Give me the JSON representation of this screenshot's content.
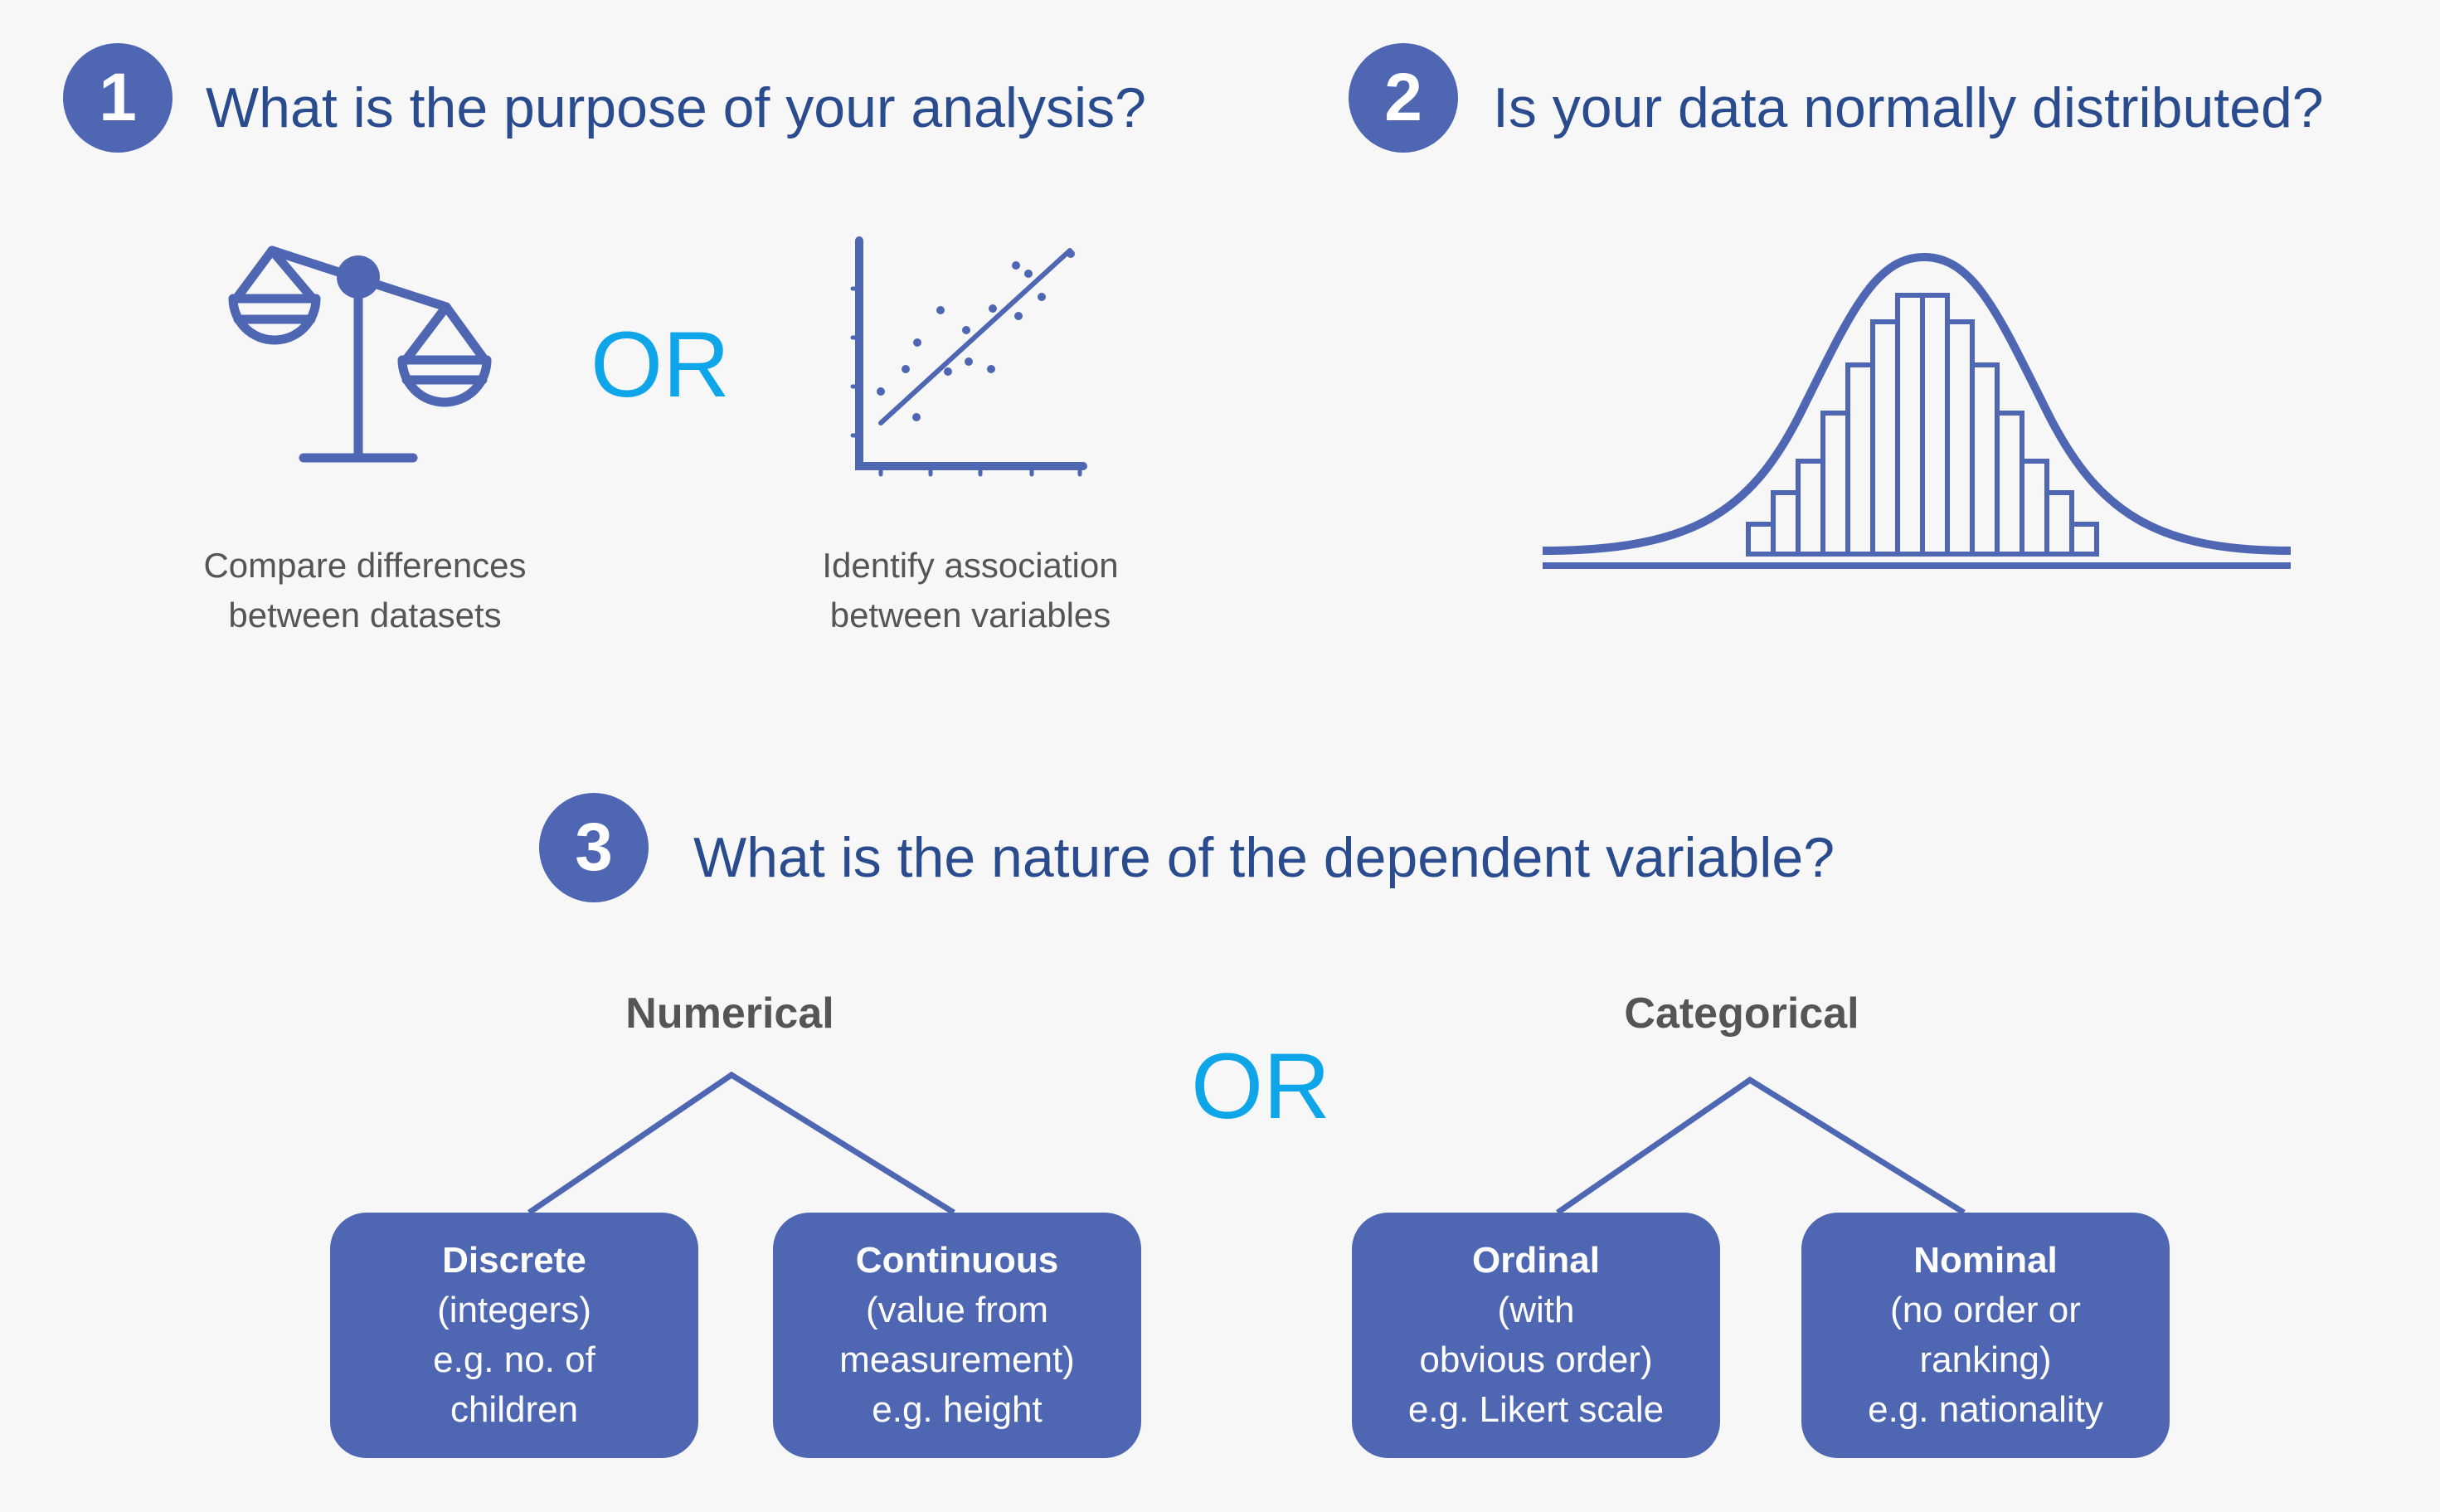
{
  "colors": {
    "accent": "#4f67b3",
    "heading": "#2a4b8d",
    "or": "#0ea5e9",
    "caption": "#555555",
    "background": "#f7f7f7"
  },
  "steps": [
    {
      "number": "1",
      "title": "What is the purpose of your analysis?"
    },
    {
      "number": "2",
      "title": "Is your data normally distributed?"
    },
    {
      "number": "3",
      "title": "What is the nature of the dependent variable?"
    }
  ],
  "purpose": {
    "or_label": "OR",
    "compare": {
      "line1": "Compare differences",
      "line2": "between datasets",
      "icon": "balance-scale-icon"
    },
    "associate": {
      "line1": "Identify association",
      "line2": "between variables",
      "icon": "scatter-plot-icon"
    }
  },
  "distribution": {
    "icon": "normal-distribution-icon"
  },
  "variable": {
    "or_label": "OR",
    "numerical": {
      "label": "Numerical",
      "children": [
        {
          "title": "Discrete",
          "lines": [
            "(integers)",
            "e.g. no. of",
            "children"
          ]
        },
        {
          "title": "Continuous",
          "lines": [
            "(value from",
            "measurement)",
            "e.g. height"
          ]
        }
      ]
    },
    "categorical": {
      "label": "Categorical",
      "children": [
        {
          "title": "Ordinal",
          "lines": [
            "(with",
            "obvious order)",
            "e.g. Likert scale"
          ]
        },
        {
          "title": "Nominal",
          "lines": [
            "(no order or",
            "ranking)",
            "e.g. nationality"
          ]
        }
      ]
    }
  }
}
